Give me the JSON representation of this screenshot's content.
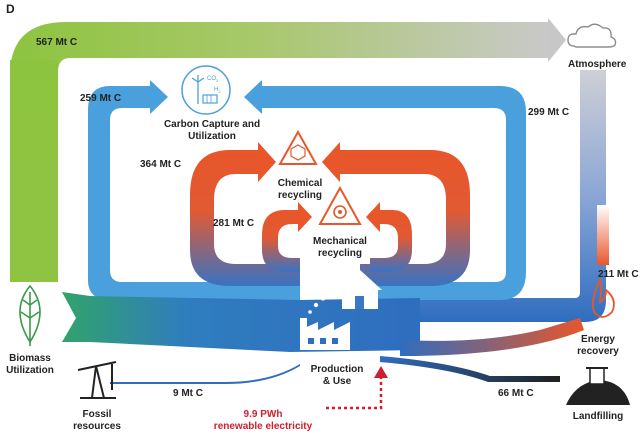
{
  "panel_label": "D",
  "flows": {
    "biomass": "567 Mt C",
    "ccu": "259 Mt C",
    "atmosphere_return": "299 Mt C",
    "chemical": "364 Mt C",
    "mechanical": "281 Mt C",
    "energy": "211 Mt C",
    "fossil": "9 Mt C",
    "landfill": "66 Mt C"
  },
  "nodes": {
    "atmosphere": "Atmosphere",
    "ccu_line1": "Carbon Capture and",
    "ccu_line2": "Utilization",
    "chem_line1": "Chemical",
    "chem_line2": "recycling",
    "mech_line1": "Mechanical",
    "mech_line2": "recycling",
    "biomass_line1": "Biomass",
    "biomass_line2": "Utilization",
    "production_line1": "Production",
    "production_line2": "& Use",
    "energy_line1": "Energy",
    "energy_line2": "recovery",
    "fossil_line1": "Fossil",
    "fossil_line2": "resources",
    "landfill": "Landfilling"
  },
  "electricity": {
    "value": "9.9 PWh",
    "label": "renewable electricity"
  },
  "icon_text": {
    "co2": "CO",
    "co2_sub": "2",
    "h2": "H",
    "h2_sub": "2"
  },
  "colors": {
    "biomass_green": "#8dc43f",
    "atmosphere_gray": "#c4c4c4",
    "ccu_blue": "#4aa0dc",
    "production_blue": "#2f6dbf",
    "recycling_orange": "#e8562a",
    "landfill_dark": "#222222",
    "electricity_red": "#cc1f2f"
  }
}
